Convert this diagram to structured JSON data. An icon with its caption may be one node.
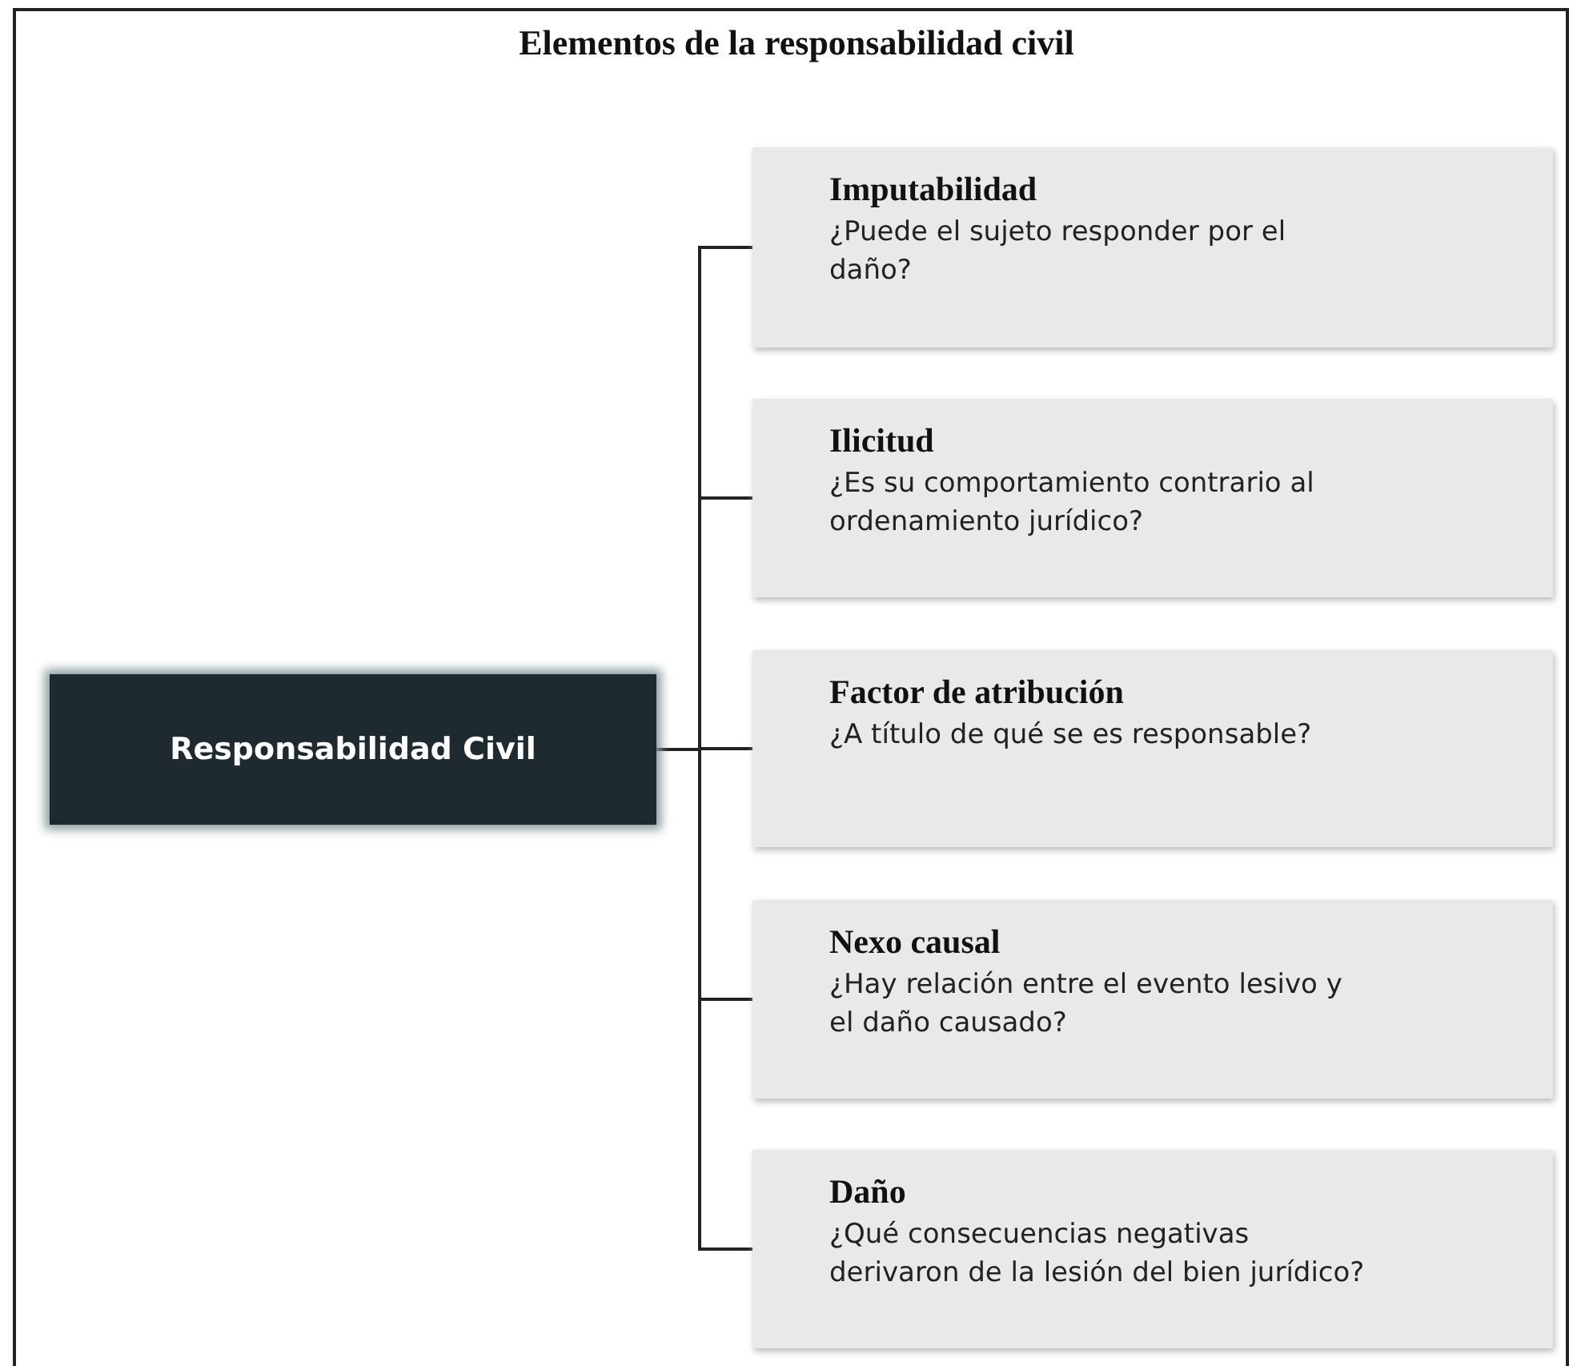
{
  "diagram": {
    "title": "Elementos de la responsabilidad civil",
    "nodes": [
      {
        "text": [
          "Responsabilidad Civil"
        ]
      },
      {
        "text": [
          "Imputabilidad",
          "¿Puede el sujeto responder por el daño?"
        ]
      },
      {
        "text": [
          "Ilicitud",
          "¿Es su comportamiento contrario al ordenamiento jurídico?"
        ]
      },
      {
        "text": [
          "Factor de atribución",
          "¿A título de qué se es responsable?"
        ]
      },
      {
        "text": [
          "Nexo causal",
          "¿Hay relación entre el evento lesivo y el daño causado?"
        ]
      },
      {
        "text": [
          "Daño",
          "¿Qué consecuencias negativas derivaron de la lesión del bien jurídico?"
        ]
      }
    ],
    "edges": [
      {
        "from": 0,
        "to": 1,
        "arrow": "none"
      },
      {
        "from": 0,
        "to": 2,
        "arrow": "none"
      },
      {
        "from": 0,
        "to": 3,
        "arrow": "none"
      },
      {
        "from": 0,
        "to": 4,
        "arrow": "none"
      },
      {
        "from": 0,
        "to": 5,
        "arrow": "none"
      }
    ]
  }
}
